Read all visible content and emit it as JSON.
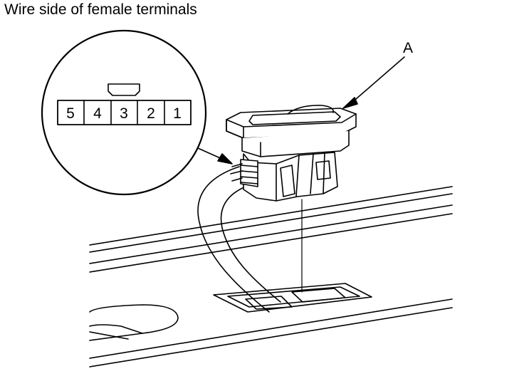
{
  "title": "Wire side of female terminals",
  "callout_label": "A",
  "terminals": [
    "5",
    "4",
    "3",
    "2",
    "1"
  ],
  "colors": {
    "line": "#000000",
    "background": "#ffffff"
  }
}
